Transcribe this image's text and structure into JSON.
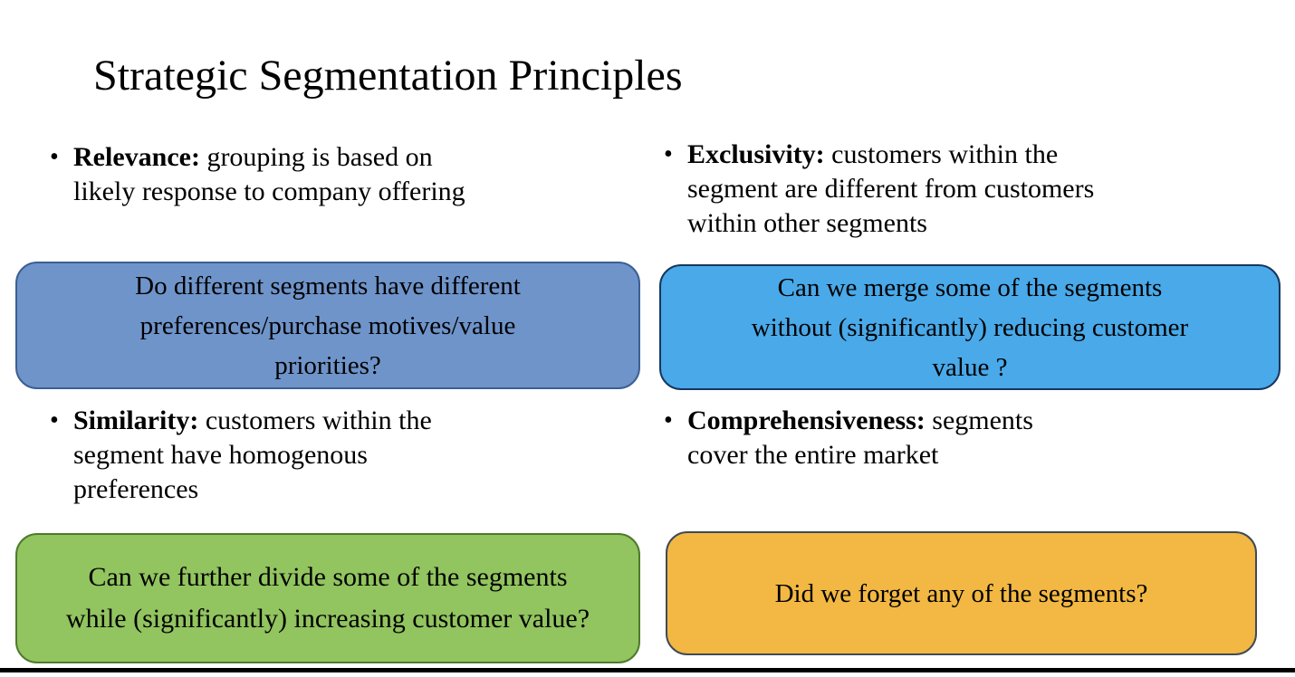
{
  "ui": {
    "bullet_char": "•",
    "background_color": "#ffffff",
    "bottom_rule_color": "#000000",
    "text_color": "#000000"
  },
  "slide": {
    "title": "Strategic Segmentation Principles"
  },
  "principles": [
    {
      "id": "relevance",
      "term": "Relevance:",
      "desc": " grouping is based on\nlikely response to company offering",
      "question": "Do different segments have different\npreferences/purchase motives/value\npriorities?",
      "colors": {
        "fill": "#6f94ca",
        "border": "#3c5f94"
      }
    },
    {
      "id": "exclusivity",
      "term": "Exclusivity:",
      "desc": " customers within the\nsegment are different from customers\nwithin other segments",
      "question": "Can we merge some of the segments\nwithout (significantly) reducing customer\nvalue ?",
      "colors": {
        "fill": "#49a9e9",
        "border": "#17375e"
      }
    },
    {
      "id": "similarity",
      "term": "Similarity:",
      "desc": " customers within the\nsegment have homogenous\npreferences",
      "question": "Can we further divide some of the segments\nwhile (significantly) increasing customer value?",
      "colors": {
        "fill": "#92c45f",
        "border": "#4e7a2d"
      }
    },
    {
      "id": "comprehensiveness",
      "term": "Comprehensiveness:",
      "desc": " segments\ncover the entire market",
      "question": "Did we forget any of the segments?",
      "colors": {
        "fill": "#f2b843",
        "border": "#3f4a57"
      }
    }
  ]
}
